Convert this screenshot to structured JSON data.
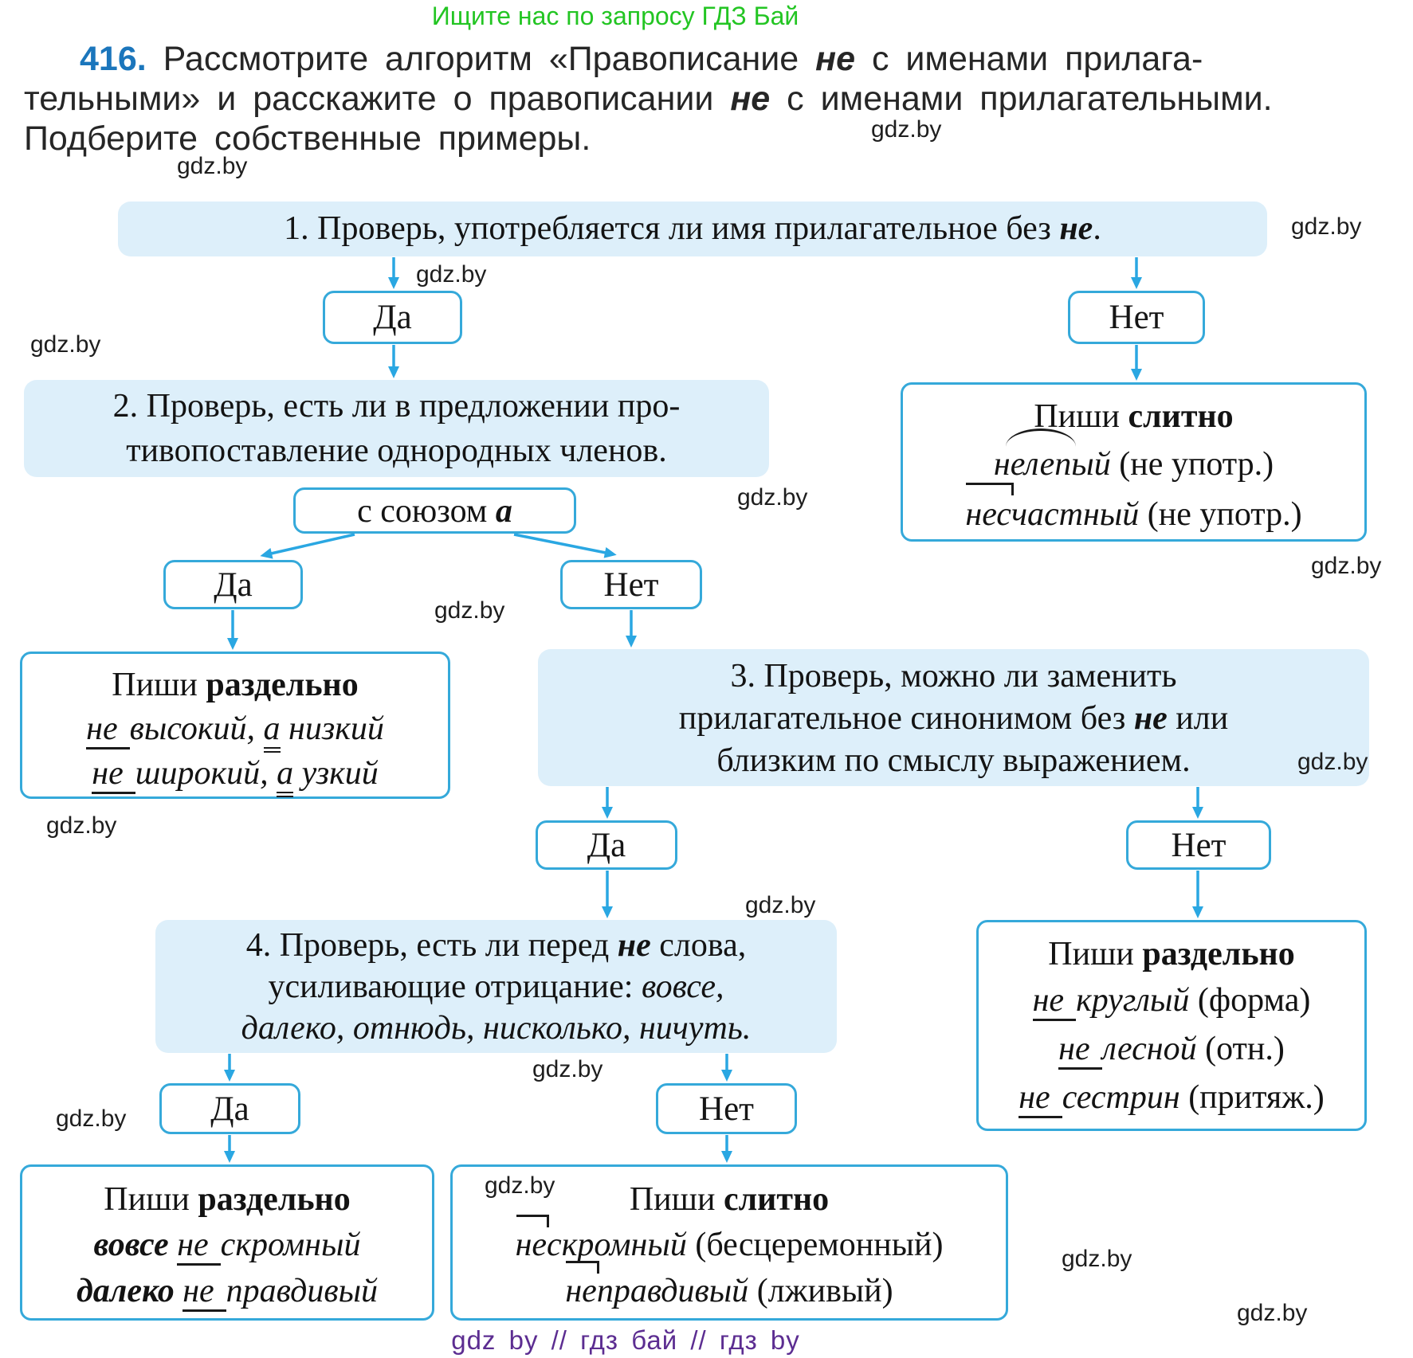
{
  "page": {
    "promo": "Ищите нас по запросу ГДЗ Бай",
    "watermark": "gdz.by",
    "footer": "gdz by  //  гдз бай  //  гдз by",
    "colors": {
      "accent_blue": "#2aa7e2",
      "box_fill": "#ddeffa",
      "box_border": "#35a9da",
      "number_blue": "#1b76bc",
      "promo_green": "#23c523",
      "footer_purple": "#5c2d91"
    }
  },
  "exercise": {
    "line1": [
      {
        "t": "416.",
        "c": "num"
      },
      {
        "t": " Рассмотрите алгоритм «Правописание "
      },
      {
        "t": "не",
        "c": "bi"
      },
      {
        "t": " с именами прилага-"
      }
    ],
    "line2": [
      {
        "t": "тельными» и расскажите о правописании "
      },
      {
        "t": "не",
        "c": "bi"
      },
      {
        "t": " с именами прилагательными."
      }
    ],
    "line3": [
      {
        "t": "Подберите собственные примеры."
      }
    ]
  },
  "flow": {
    "yes": "Да",
    "no": "Нет",
    "step1": [
      {
        "t": "1. Проверь, употребляется ли имя прилагательное без "
      },
      {
        "t": "не",
        "c": "bi"
      },
      {
        "t": "."
      }
    ],
    "step2_l1": [
      {
        "t": "2. Проверь, есть ли в предложении про-"
      }
    ],
    "step2_l2": [
      {
        "t": "тивопоставление однородных членов."
      }
    ],
    "conj": [
      {
        "t": "с союзом "
      },
      {
        "t": "а",
        "c": "bi"
      }
    ],
    "slitno1_head": [
      {
        "t": "Пиши "
      },
      {
        "t": "слитно",
        "c": "b"
      }
    ],
    "slitno1_l1": [
      {
        "t": "н",
        "c": "i"
      },
      {
        "t": "елеп",
        "c": "i arc"
      },
      {
        "t": "ый",
        "c": "i"
      },
      {
        "t": " (не употр.)"
      }
    ],
    "slitno1_l2": [
      {
        "t": "нес",
        "c": "i pref"
      },
      {
        "t": "частный",
        "c": "i"
      },
      {
        "t": " (не употр.)"
      }
    ],
    "razd1_head": [
      {
        "t": "Пиши "
      },
      {
        "t": "раздельно",
        "c": "b"
      }
    ],
    "razd1_l1": [
      {
        "t": "не",
        "c": "i ju"
      },
      {
        "t": "высокий, ",
        "c": "i"
      },
      {
        "t": "а",
        "c": "i uu"
      },
      {
        "t": " низкий",
        "c": "i"
      }
    ],
    "razd1_l2": [
      {
        "t": "не",
        "c": "i ju"
      },
      {
        "t": "широкий, ",
        "c": "i"
      },
      {
        "t": "а",
        "c": "i uu"
      },
      {
        "t": " узкий",
        "c": "i"
      }
    ],
    "step3_l1": [
      {
        "t": "3. Проверь, можно ли заменить"
      }
    ],
    "step3_l2": [
      {
        "t": "прилагательное синонимом без "
      },
      {
        "t": "не",
        "c": "bi"
      },
      {
        "t": " или"
      }
    ],
    "step3_l3": [
      {
        "t": "близким по смыслу выражением."
      }
    ],
    "step4_l1": [
      {
        "t": "4. Проверь, есть ли перед "
      },
      {
        "t": "не",
        "c": "bi"
      },
      {
        "t": " слова,"
      }
    ],
    "step4_l2": [
      {
        "t": "усиливающие отрицание: "
      },
      {
        "t": "вовсе,",
        "c": "i"
      }
    ],
    "step4_l3": [
      {
        "t": "далеко, отнюдь, нисколько, ничуть.",
        "c": "i"
      }
    ],
    "razd2_head": [
      {
        "t": "Пиши "
      },
      {
        "t": "раздельно",
        "c": "b"
      }
    ],
    "razd2_l1": [
      {
        "t": "не",
        "c": "i ju"
      },
      {
        "t": "круглый",
        "c": "i"
      },
      {
        "t": " (форма)"
      }
    ],
    "razd2_l2": [
      {
        "t": "не",
        "c": "i ju"
      },
      {
        "t": "лесной",
        "c": "i"
      },
      {
        "t": " (отн.)"
      }
    ],
    "razd2_l3": [
      {
        "t": "не",
        "c": "i ju"
      },
      {
        "t": "сестрин",
        "c": "i"
      },
      {
        "t": " (притяж.)"
      }
    ],
    "razd3_head": [
      {
        "t": "Пиши "
      },
      {
        "t": "раздельно",
        "c": "b"
      }
    ],
    "razd3_l1": [
      {
        "t": "вовсе ",
        "c": "bi"
      },
      {
        "t": "не",
        "c": "i ju"
      },
      {
        "t": "скромный",
        "c": "i"
      }
    ],
    "razd3_l2": [
      {
        "t": "далеко ",
        "c": "bi"
      },
      {
        "t": "не",
        "c": "i ju"
      },
      {
        "t": "правдивый",
        "c": "i"
      }
    ],
    "slitno2_head": [
      {
        "t": "Пиши "
      },
      {
        "t": "слитно",
        "c": "b"
      }
    ],
    "slitno2_l1": [
      {
        "t": "не",
        "c": "i pref"
      },
      {
        "t": "скромный",
        "c": "i"
      },
      {
        "t": " (бесцеремонный)"
      }
    ],
    "slitno2_l2": [
      {
        "t": "не",
        "c": "i pref"
      },
      {
        "t": "правдивый",
        "c": "i"
      },
      {
        "t": " (лживый)"
      }
    ]
  }
}
